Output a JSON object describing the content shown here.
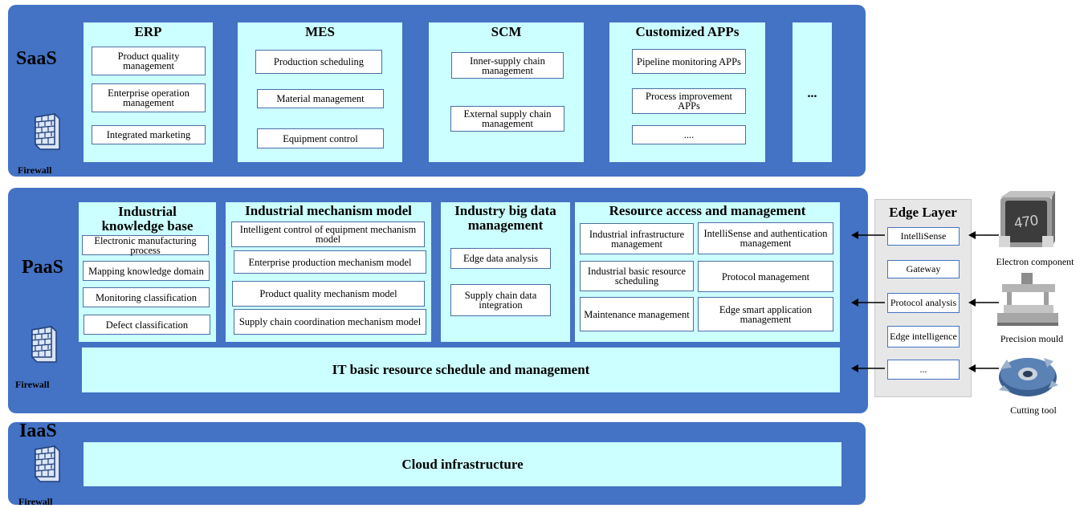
{
  "saas": {
    "label": "SaaS",
    "firewall": "Firewall",
    "panels": [
      {
        "title": "ERP",
        "items": [
          "Product quality management",
          "Enterprise operation management",
          "Integrated marketing"
        ]
      },
      {
        "title": "MES",
        "items": [
          "Production scheduling",
          "Material management",
          "Equipment control"
        ]
      },
      {
        "title": "SCM",
        "items": [
          "Inner-supply chain management",
          "External supply chain management"
        ]
      },
      {
        "title": "Customized APPs",
        "items": [
          "Pipeline monitoring APPs",
          "Process improvement APPs",
          "...."
        ]
      },
      {
        "title": "",
        "items": [
          "..."
        ]
      }
    ]
  },
  "paas": {
    "label": "PaaS",
    "firewall": "Firewall",
    "panels": [
      {
        "title": "Industrial knowledge base",
        "items": [
          "Electronic manufacturing process",
          "Mapping knowledge domain",
          "Monitoring classification",
          "Defect classification"
        ]
      },
      {
        "title": "Industrial mechanism model",
        "items": [
          "Intelligent control of equipment mechanism model",
          "Enterprise production mechanism model",
          "Product quality mechanism model",
          "Supply chain coordination mechanism model"
        ]
      },
      {
        "title": "Industry big data management",
        "items": [
          "Edge data analysis",
          "Supply chain data integration"
        ]
      },
      {
        "title": "Resource access and management",
        "items": [
          "Industrial infrastructure management",
          "IntelliSense and authentication management",
          "Industrial basic resource scheduling",
          "Protocol management",
          "Maintenance management",
          "Edge smart application management"
        ]
      }
    ],
    "bottom_bar": "IT basic resource schedule and management"
  },
  "iaas": {
    "label": "IaaS",
    "firewall": "Firewall",
    "bar": "Cloud infrastructure"
  },
  "edge": {
    "title": "Edge Layer",
    "items": [
      "IntelliSense",
      "Gateway",
      "Protocol analysis",
      "Edge intelligence",
      "..."
    ]
  },
  "devices": [
    {
      "label": "Electron component",
      "marking": "470"
    },
    {
      "label": "Precision mould"
    },
    {
      "label": "Cutting tool"
    }
  ],
  "colors": {
    "layer": "#4472c4",
    "panel": "#ccffff",
    "edge": "#e7e7e7"
  }
}
